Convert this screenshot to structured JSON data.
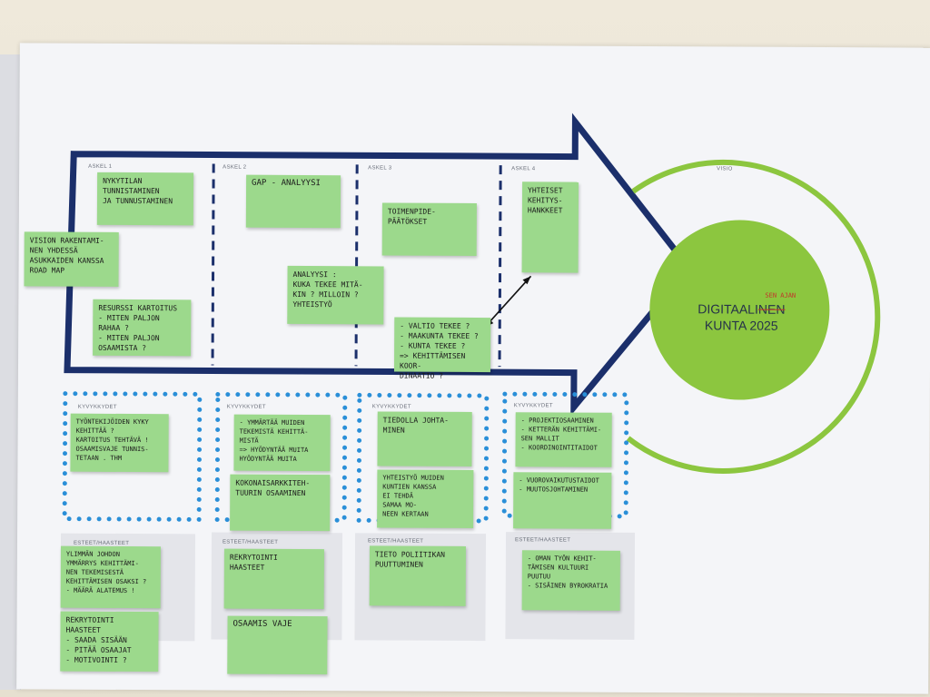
{
  "steps": [
    {
      "label": "ASKEL 1"
    },
    {
      "label": "ASKEL 2"
    },
    {
      "label": "ASKEL 3"
    },
    {
      "label": "ASKEL 4"
    }
  ],
  "vision": {
    "label": "VISIO",
    "line1": "DIGITAALI",
    "struck": "NEN",
    "line2": "KUNTA 2025",
    "correction": "SEN AJAN",
    "circle_color": "#8cc63f",
    "frame_color": "#1b2f6b"
  },
  "section_labels": {
    "capabilities": "KYVYKKYDET",
    "barriers": "ESTEET/HAASTEET"
  },
  "notes": {
    "step1_top": "NYKYTILAN TUNNISTAMINEN\nJA TUNNUSTAMINEN",
    "vision_building": "VISION RAKENTAMI-\nNEN YHDESSÄ\nASUKKAIDEN KANSSA\nROAD MAP",
    "resources": "RESURSSI KARTOITUS\n- MITEN PALJON\n  RAHAA ?\n- MITEN PALJON\n  OSAAMISTA ?",
    "gap": "GAP - ANALYYSI",
    "analysis": "ANALYYSI :\nKUKA TEKEE MITÄ-\nKIN ? MILLOIN ?\nYHTEISTYÖ",
    "decisions": "TOIMENPIDE-\nPÄÄTÖKSET",
    "who_does": "- VALTIO TEKEE ?\n- MAAKUNTA TEKEE ?\n- KUNTA TEKEE ?\n=> KEHITTÄMISEN KOOR-\n   DINAATIO ?",
    "joint_projects": "YHTEISET\nKEHITYS-\nHANKKEET",
    "cap1": "TYÖNTEKIJÖIDEN KYKY\nKEHITTÄÄ ?\nKARTOITUS TEHTÄVÄ !\nOSAAMISVAJE TUNNIS-\nTETAAN . THM",
    "cap2a": "- YMMÄRTÄÄ MUIDEN\nTEKEMISTÄ KEHITTÄ-\nMISTÄ\n=> HYÖDYNTÄÄ MUITA\nHYÖDYNTÄÄ MUITA",
    "cap2b": "KOKONAISARKKITEH-\nTUURIN OSAAMINEN",
    "cap3a": "TIEDOLLA JOHTA-\nMINEN",
    "cap3b": "YHTEISTYÖ MUIDEN\nKUNTIEN KANSSA\nEI TEHDÄ\nSAMAA MO-\nNEEN KERTAAN",
    "cap4a": "- PROJEKTIOSAAMINEN\n- KETTERÄN KEHITTÄMI-\n  SEN MALLIT\n- KOORDINOINTITAIDOT",
    "cap4b": "- VUOROVAIKUTUSTAIDOT\n- MUUTOSJOHTAMINEN",
    "bar1a": "YLIMMÄN JOHDON\nYMMÄRRYS KEHITTÄMI-\nNEN TEKEMISESTÄ\nKEHITTÄMISEN OSAKSI ?\n- MÄÄRÄ ALATEMUS !",
    "bar1b": "REKRYTOINTI HAASTEET\n- SAADA SISÄÄN\n- PITÄÄ OSAAJAT\n- MOTIVOINTI ?",
    "bar2a": "REKRYTOINTI\nHAASTEET",
    "bar2b": "OSAAMIS VAJE",
    "bar3a": "TIETO POLIITIKAN\nPUUTTUMINEN",
    "bar4a": "- OMAN TYÖN KEHIT-\n  TÄMISEN KULTUURI\n  PUUTUU\n- SISÄINEN BYROKRATIA"
  }
}
